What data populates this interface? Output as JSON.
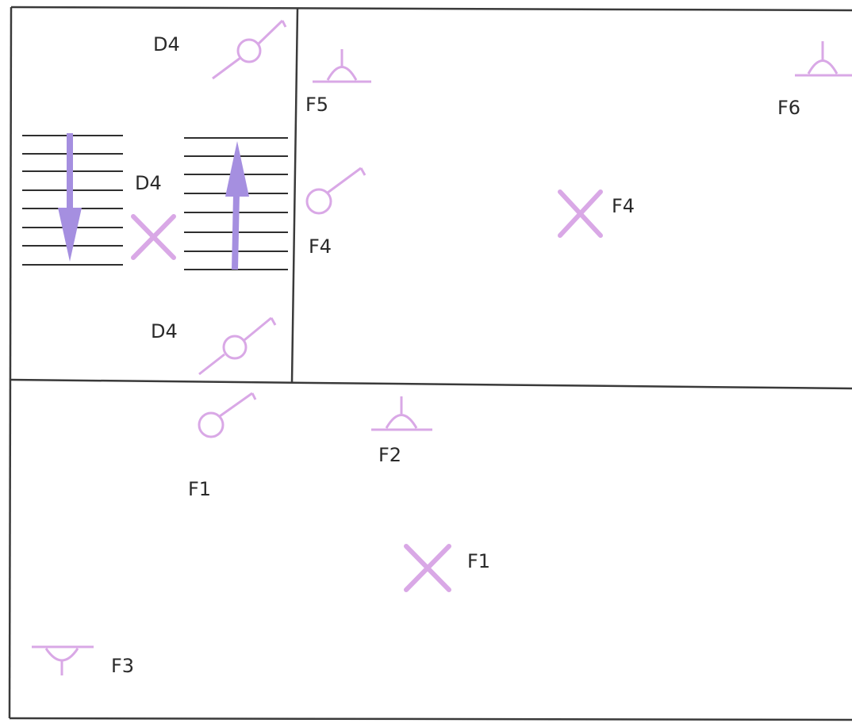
{
  "colors": {
    "wall": "#3a3a3a",
    "symbol": "#d9a8e6",
    "arrow": "#a58fe0",
    "stair_line": "#2f2f2f"
  },
  "rooms": {
    "top_left": {
      "labels": [
        "D4",
        "D4",
        "D4"
      ],
      "stairs": {
        "down_icon": "arrow-down",
        "up_icon": "arrow-up"
      }
    },
    "top_right": {
      "labels": [
        "F5",
        "F6",
        "F4",
        "F4"
      ]
    },
    "bottom": {
      "labels": [
        "F2",
        "F1",
        "F1",
        "F3"
      ]
    }
  }
}
